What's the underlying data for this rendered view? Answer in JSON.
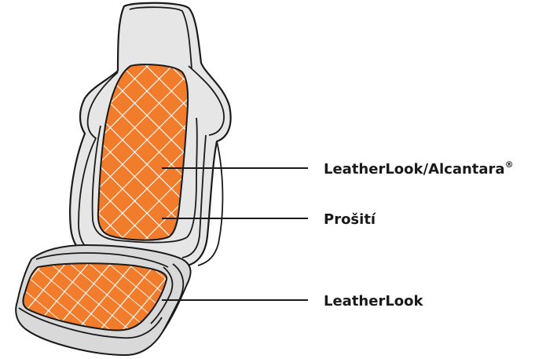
{
  "diagram": {
    "colors": {
      "panel_fill": "#f07c2c",
      "stitching": "#ffffff",
      "seat_shell": "#e6e6e6",
      "outline": "#1a1a1a"
    },
    "callouts": [
      {
        "id": "backrest-material",
        "label": "LeatherLook/Alcantara",
        "superscript": "®"
      },
      {
        "id": "stitching",
        "label": "Prošití"
      },
      {
        "id": "seat-material",
        "label": "LeatherLook"
      }
    ]
  }
}
